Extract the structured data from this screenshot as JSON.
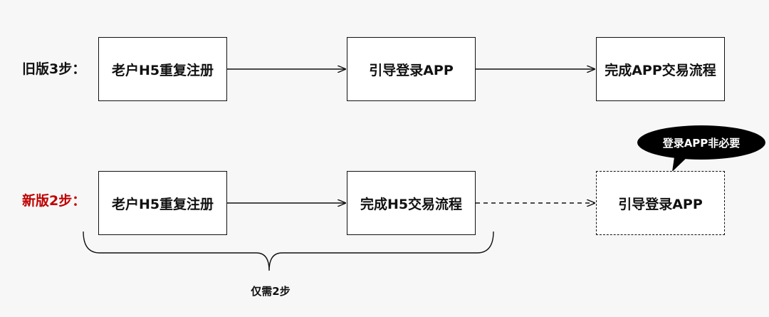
{
  "old_flow": {
    "label": "旧版3步：",
    "steps": [
      "老户H5重复注册",
      "引导登录APP",
      "完成APP交易流程"
    ]
  },
  "new_flow": {
    "label": "新版2步：",
    "steps": [
      "老户H5重复注册",
      "完成H5交易流程",
      "引导登录APP"
    ],
    "callout": "登录APP非必要",
    "brace_label": "仅需2步"
  },
  "colors": {
    "new_label": "#c00000",
    "callout_bg": "#000000",
    "background": "#f7f7f7"
  }
}
